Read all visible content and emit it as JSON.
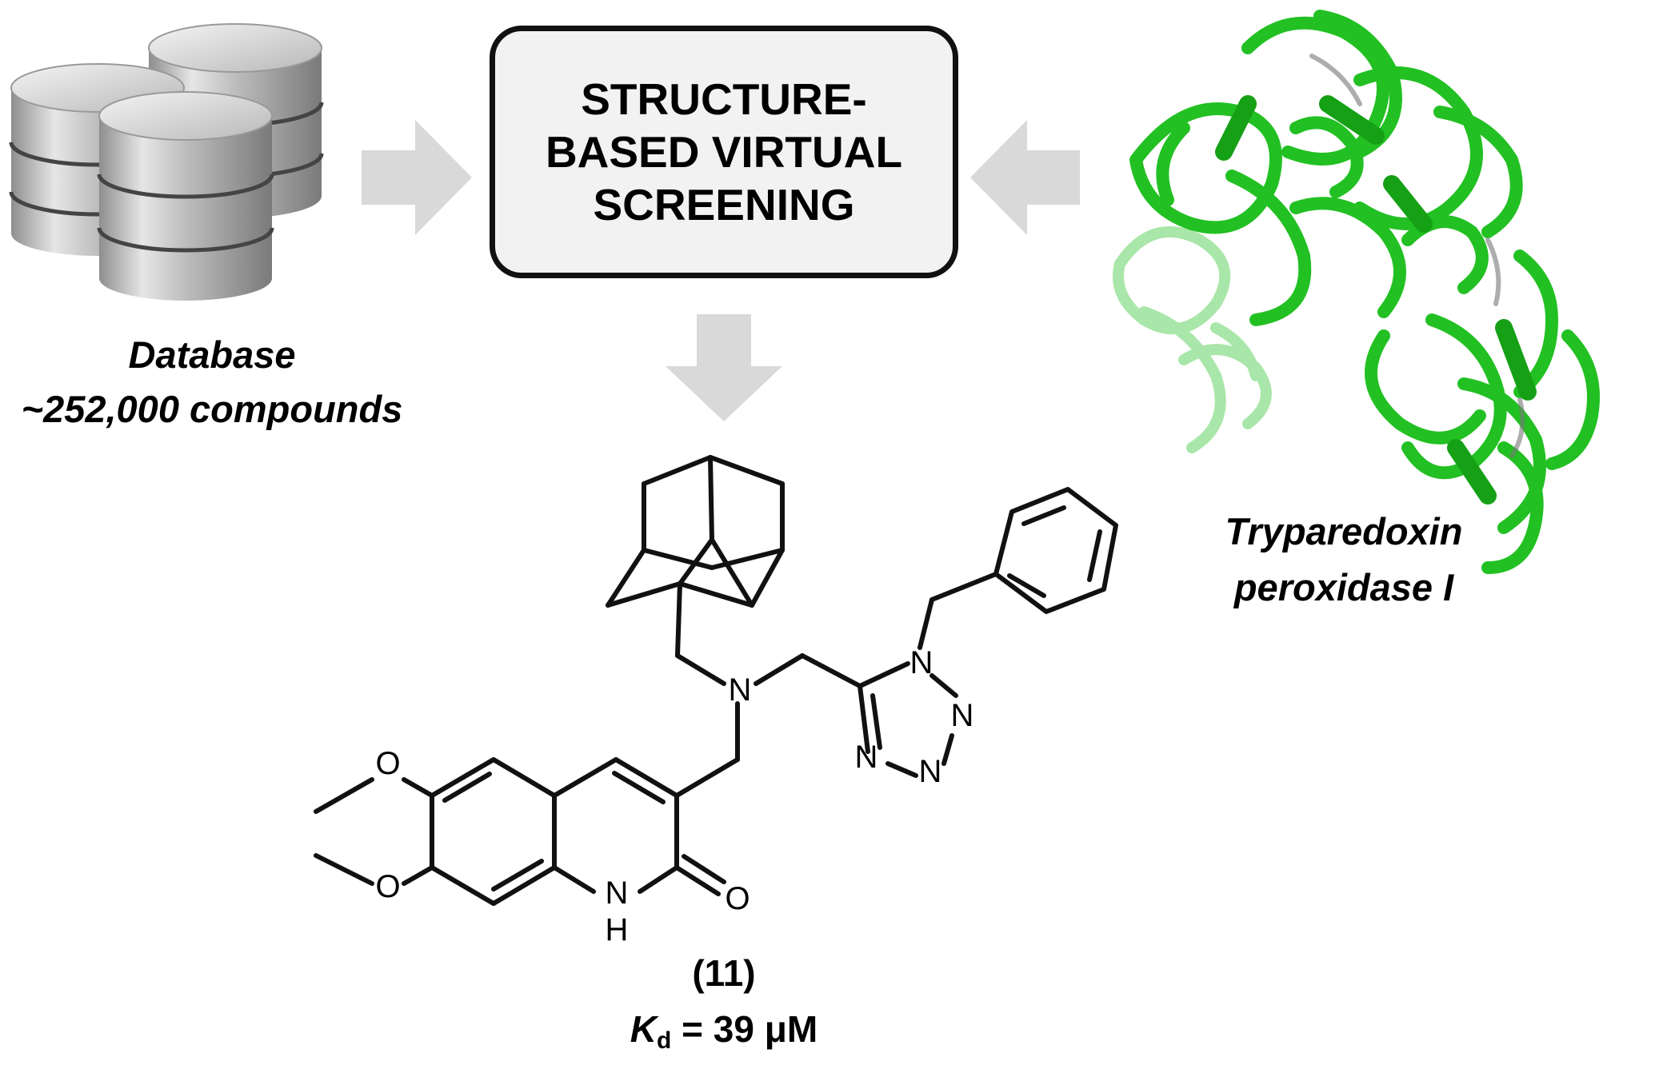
{
  "screening_box": {
    "lines": [
      "STRUCTURE-",
      "BASED VIRTUAL",
      "SCREENING"
    ]
  },
  "database": {
    "title": "Database",
    "subtitle": "~252,000 compounds"
  },
  "protein": {
    "line1": "Tryparedoxin",
    "line2": "peroxidase I",
    "color": "#2ecc2e"
  },
  "compound": {
    "id": "(11)",
    "kd_symbol": "K",
    "kd_subscript": "d",
    "kd_value": "= 39 μM",
    "atoms": {
      "O": "O",
      "N": "N",
      "H": "H"
    }
  },
  "colors": {
    "arrow": "#d9d9d9",
    "box_fill": "#f2f2f2",
    "box_border": "#111111"
  }
}
